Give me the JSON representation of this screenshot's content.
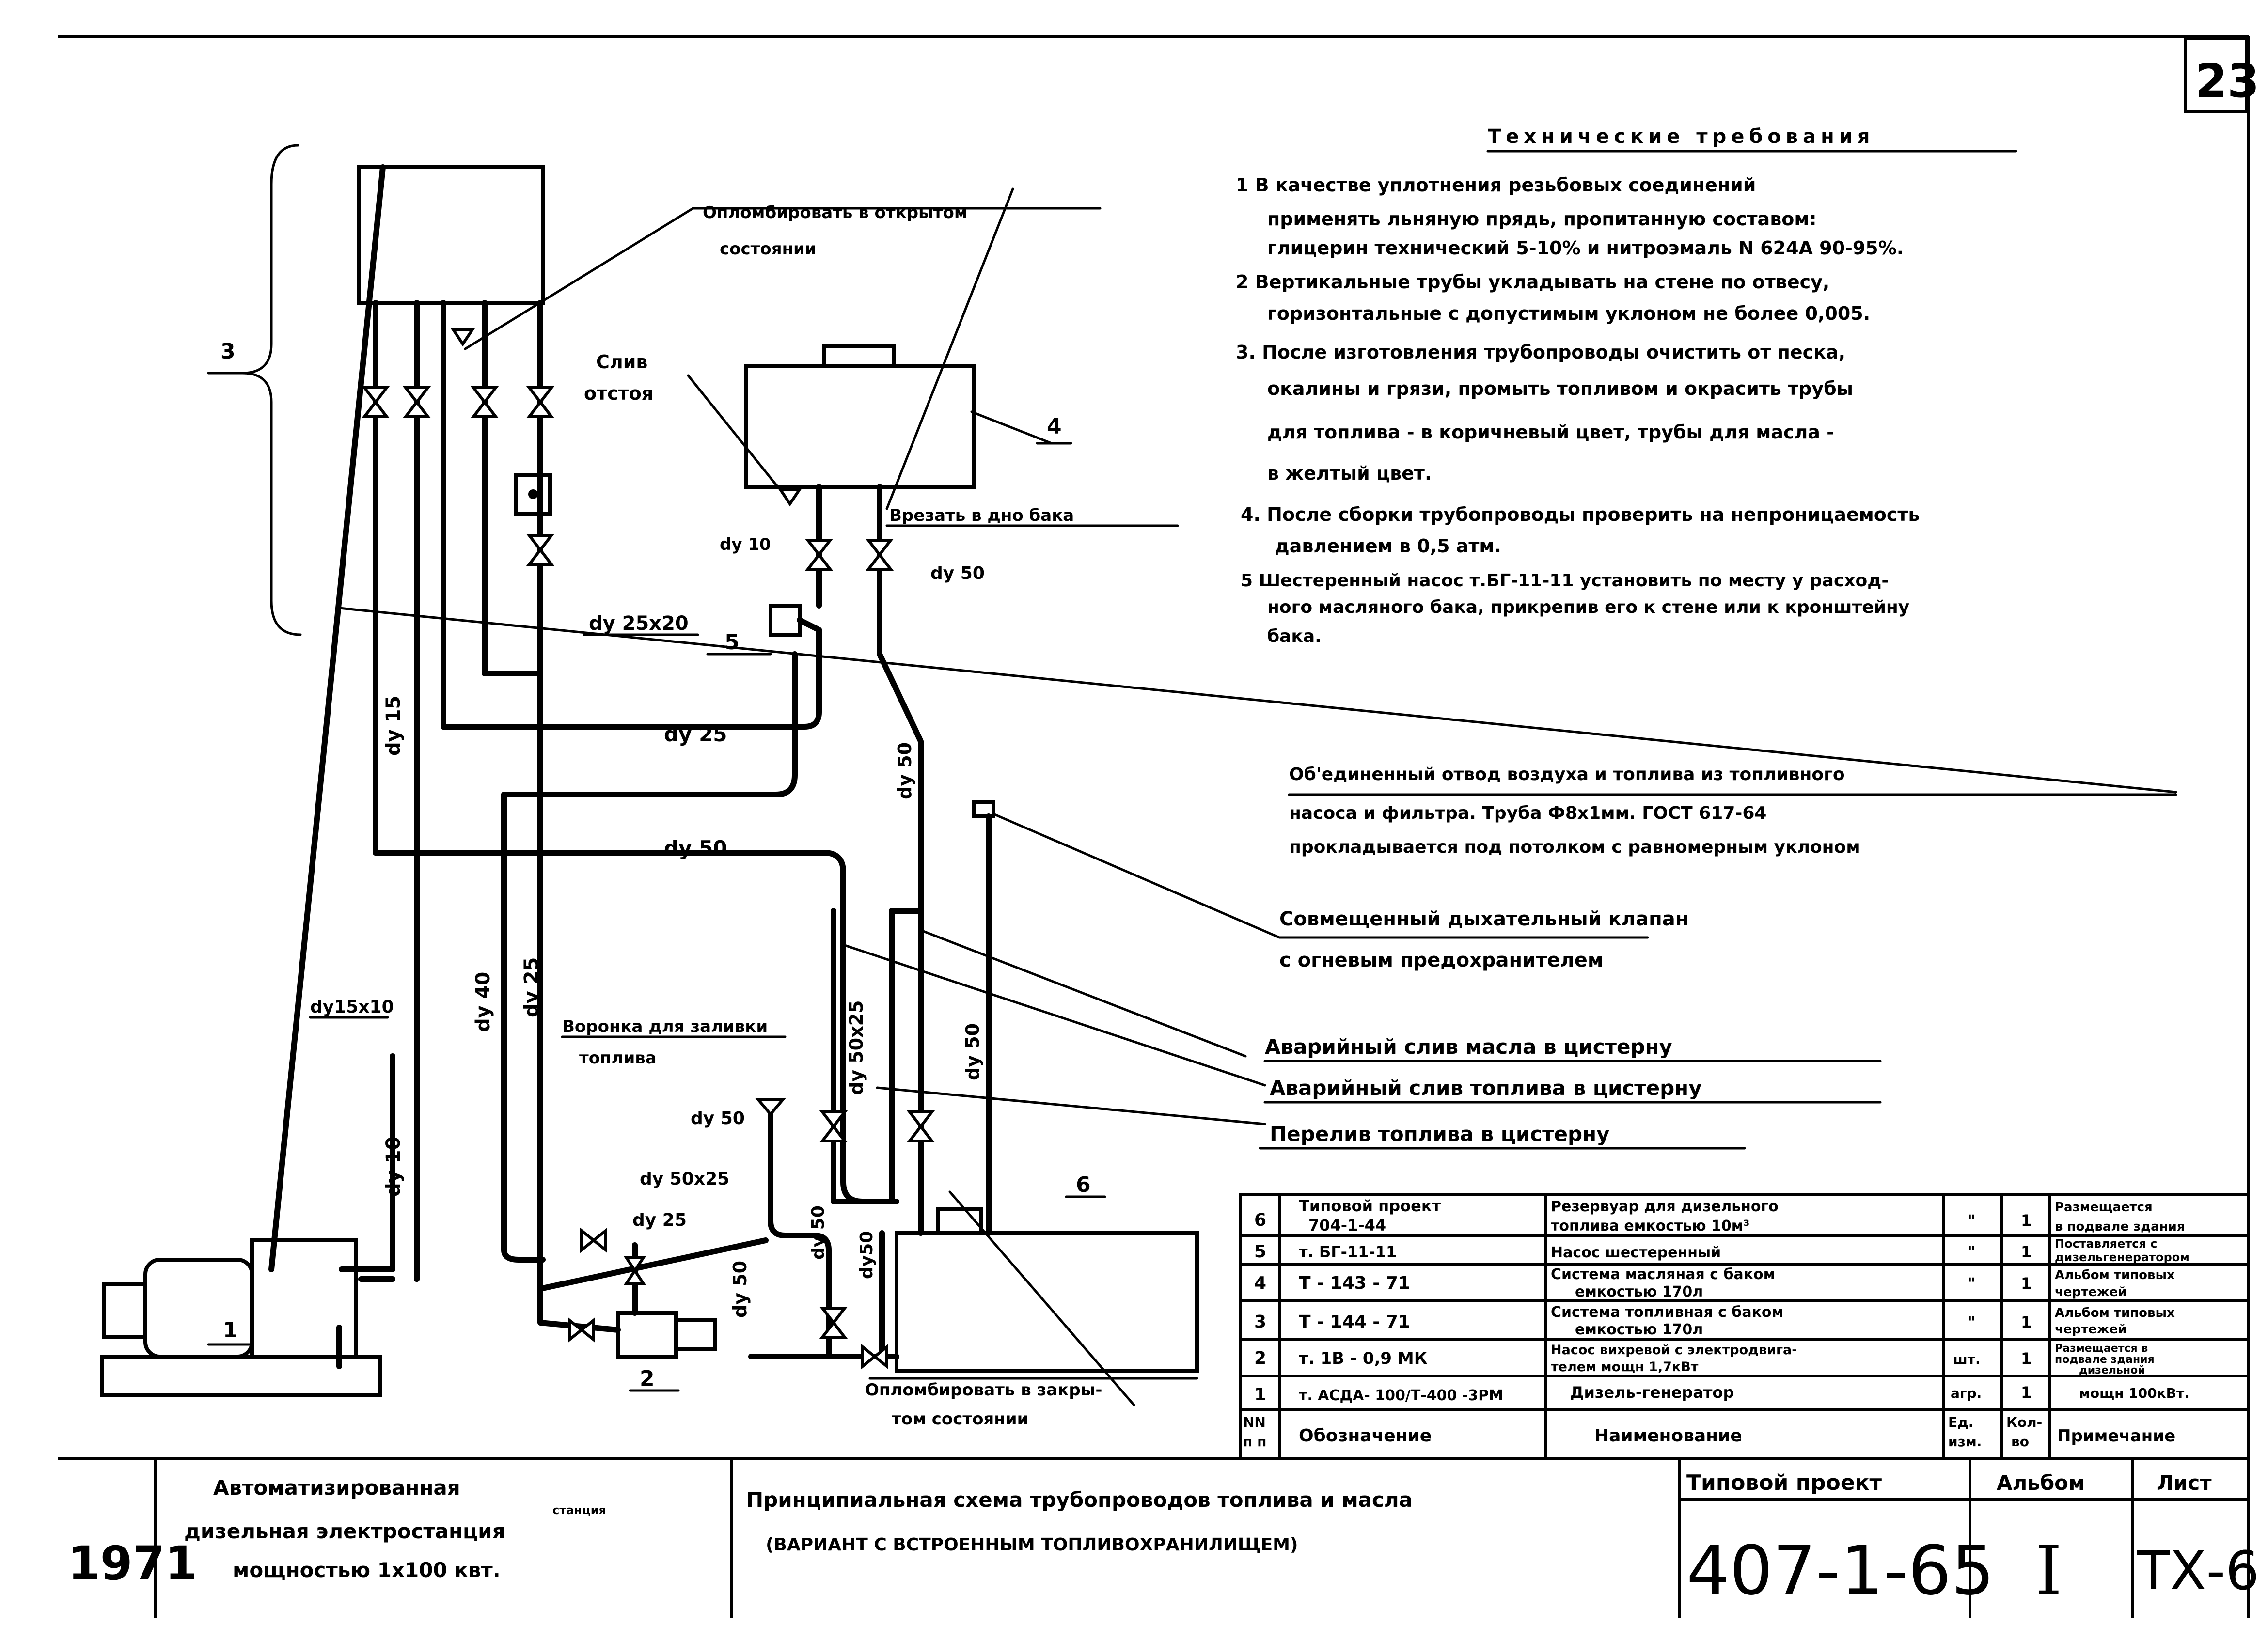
{
  "sheet": {
    "number": "23"
  },
  "requirements": {
    "title": "Технические требования",
    "items": [
      "1 В качестве уплотнения резьбовых соединений",
      "применять льняную прядь, пропитанную составом:",
      "глицерин технический 5-10% и нитроэмаль N 624А 90-95%.",
      "2 Вертикальные трубы укладывать на стене по отвесу,",
      "горизонтальные с допустимым уклоном не более 0,005.",
      "3. После изготовления трубопроводы очистить от песка,",
      "окалины и грязи, промыть топливом и окрасить трубы",
      "для топлива - в коричневый цвет, трубы для масла -",
      "в желтый цвет.",
      "4. После сборки трубопроводы проверить на непроницаемость",
      "давлением в 0,5 атм.",
      "5 Шестеренный насос т.БГ-11-11 установить по месту у расход-",
      "ного масляного бака, прикрепив его к стене или к кронштейну",
      "бака."
    ]
  },
  "callouts": {
    "seal_open": [
      "Опломбировать в открытом",
      "состоянии"
    ],
    "seal_closed": [
      "Опломбировать в закры-",
      "том состоянии"
    ],
    "drain_sediment": [
      "Слив",
      "отстоя"
    ],
    "cut_into_tank": "Врезать в дно бака",
    "air_vent": [
      "Об'единенный отвод воздуха и топлива из топливного",
      "насоса и фильтра. Труба Ф8х1мм. ГОСТ 617-64",
      "прокладывается под потолком с равномерным уклоном"
    ],
    "breather": [
      "Совмещенный дыхательный клапан",
      "с огневым предохранителем"
    ],
    "funnel": [
      "Воронка для заливки",
      "топлива"
    ],
    "emergency_oil": "Аварийный слив масла в цистерну",
    "emergency_fuel": "Аварийный слив топлива в цистерну",
    "overflow": "Перелив топлива в цистерну"
  },
  "pipe_labels": {
    "dy25": "dy 25",
    "dy50": "dy 50",
    "dy15": "dy 15",
    "dy10": "dy 10",
    "dy40": "dy 40",
    "dy25v": "dy 25",
    "dy50a": "dy 50",
    "dy50b": "dy 50",
    "dy50c": "dy 50",
    "dy50d": "dy 50",
    "dy50e": "dy 50",
    "dy50x25v": "dy 50x25",
    "dy50x25h": "dy 50x25",
    "dy25x20": "dy 25x20",
    "dy15x10": "dy15x10",
    "dy10s": "dy 10",
    "dy50s": "dy 50",
    "dy25h": "dy 25",
    "dy50f": "dy50"
  },
  "markers": {
    "m1": "1",
    "m2": "2",
    "m3": "3",
    "m4": "4",
    "m5": "5",
    "m6": "6"
  },
  "parts": {
    "headers": {
      "num": [
        "NN",
        "п п"
      ],
      "designation": "Обозначение",
      "name": "Наименование",
      "unit": [
        "Ед.",
        "изм."
      ],
      "qty": [
        "Кол-",
        "во"
      ],
      "note": "Примечание"
    },
    "rows": [
      {
        "num": "6",
        "designation": [
          "Типовой проект",
          "704-1-44"
        ],
        "name": [
          "Резервуар для дизельного",
          "топлива емкостью 10м³"
        ],
        "unit": "\"",
        "qty": "1",
        "note": [
          "Размещается",
          "в подвале здания"
        ]
      },
      {
        "num": "5",
        "designation": [
          "т. БГ-11-11"
        ],
        "name": [
          "Насос шестеренный"
        ],
        "unit": "\"",
        "qty": "1",
        "note": [
          "Поставляется с",
          "дизельгенератором"
        ]
      },
      {
        "num": "4",
        "designation": [
          "Т - 143 - 71"
        ],
        "name": [
          "Система масляная с баком",
          "емкостью 170л"
        ],
        "unit": "\"",
        "qty": "1",
        "note": [
          "Альбом типовых",
          "чертежей"
        ]
      },
      {
        "num": "3",
        "designation": [
          "Т - 144 - 71"
        ],
        "name": [
          "Система топливная с баком",
          "емкостью 170л"
        ],
        "unit": "\"",
        "qty": "1",
        "note": [
          "Альбом типовых",
          "чертежей"
        ]
      },
      {
        "num": "2",
        "designation": [
          "т. 1В - 0,9 МК"
        ],
        "name": [
          "Насос вихревой с электродвига-",
          "телем мощн 1,7кВт"
        ],
        "unit": "шт.",
        "qty": "1",
        "note": [
          "Размещается в",
          "подвале здания",
          "дизельной"
        ]
      },
      {
        "num": "1",
        "designation": [
          "т. АСДА- 100/Т-400 -3РМ"
        ],
        "name": [
          "Дизель-генератор"
        ],
        "unit": "агр.",
        "qty": "1",
        "note": [
          "мощн 100кВт."
        ]
      }
    ]
  },
  "title_block": {
    "year": "1971",
    "project_name": [
      "Автоматизированная",
      "станция",
      "дизельная электростанция",
      "мощностью 1х100 квт."
    ],
    "drawing_title": [
      "Принципиальная схема трубопроводов топлива и масла",
      "(ВАРИАНТ С ВСТРОЕННЫМ ТОПЛИВОХРАНИЛИЩЕМ)"
    ],
    "project_label": "Типовой проект",
    "project_number": "407-1-65",
    "album_label": "Альбом",
    "album_number": "I",
    "sheet_label": "Лист",
    "sheet_number": "ТХ-6"
  }
}
